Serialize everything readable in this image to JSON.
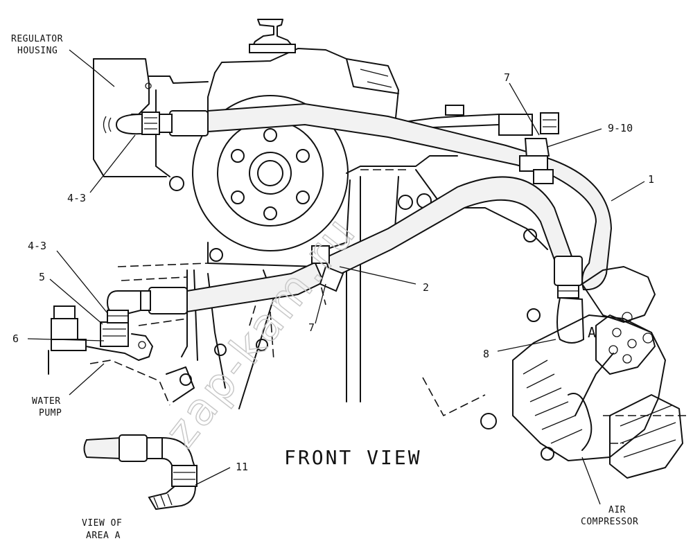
{
  "title": "FRONT VIEW",
  "callouts": {
    "regulator_housing": [
      "REGULATOR",
      "HOUSING"
    ],
    "water_pump": [
      "WATER",
      "PUMP"
    ],
    "air_compressor": [
      "AIR",
      "COMPRESSOR"
    ],
    "view_of_area": [
      "VIEW OF",
      "AREA A"
    ],
    "area_marker": "A",
    "items": {
      "p7_top": "7",
      "p9_10": "9-10",
      "p1": "1",
      "p4_3_upper": "4-3",
      "p4_3_lower": "4-3",
      "p5": "5",
      "p6": "6",
      "p2": "2",
      "p7_mid": "7",
      "p8": "8",
      "p11": "11"
    }
  },
  "watermark": "zap-kam.ru"
}
